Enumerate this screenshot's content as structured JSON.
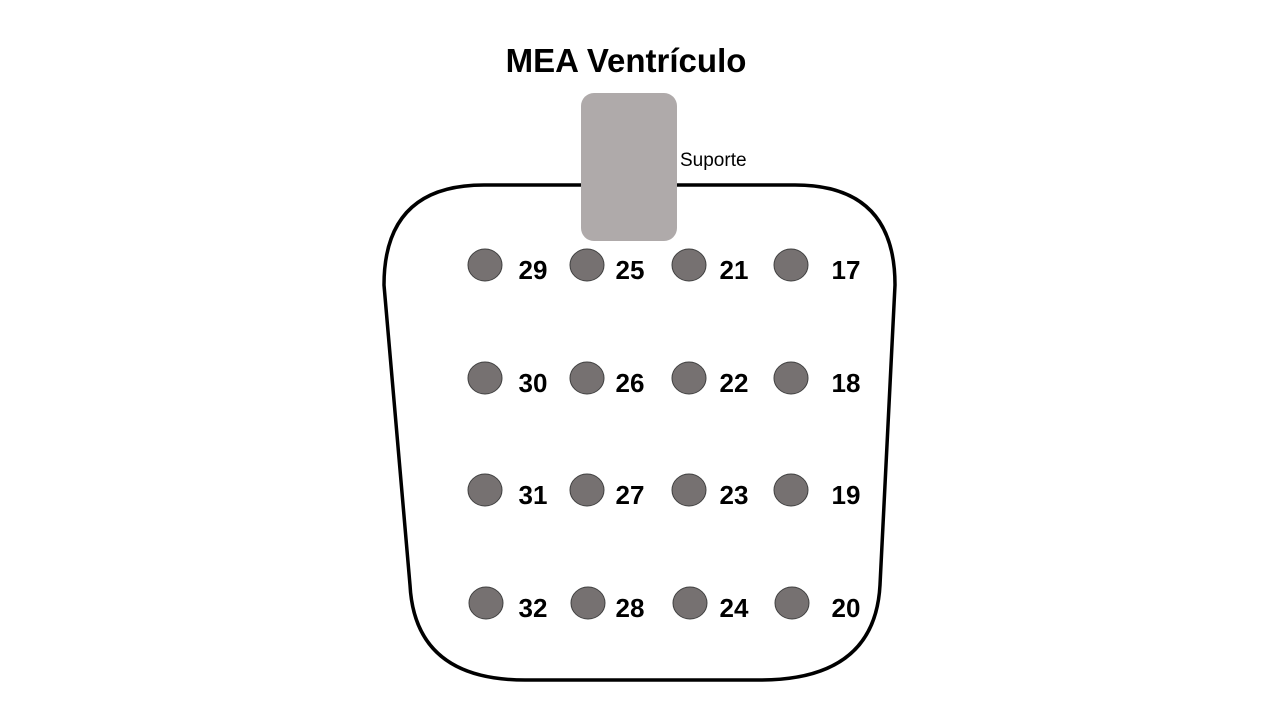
{
  "title": "MEA Ventrículo",
  "support": {
    "label": "Suporte",
    "color": "#afaaaa"
  },
  "electrode_color": "#767171",
  "outline_color": "#000000",
  "electrodes": {
    "rows": [
      [
        "29",
        "25",
        "21",
        "17"
      ],
      [
        "30",
        "26",
        "22",
        "18"
      ],
      [
        "31",
        "27",
        "23",
        "19"
      ],
      [
        "32",
        "28",
        "24",
        "20"
      ]
    ]
  }
}
